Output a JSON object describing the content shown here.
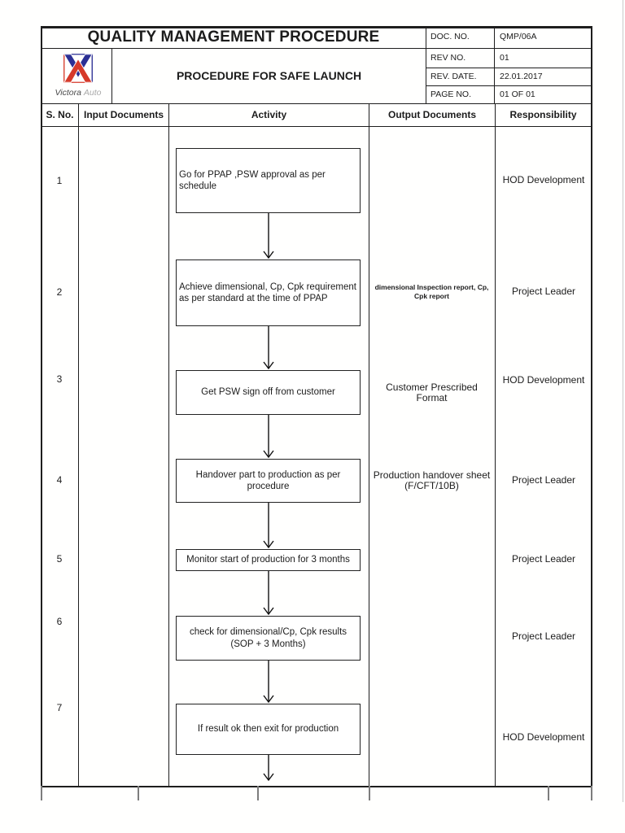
{
  "page": {
    "title": "QUALITY MANAGEMENT PROCEDURE",
    "subtitle": "PROCEDURE FOR SAFE LAUNCH",
    "logo": {
      "brand_primary": "Victora",
      "brand_secondary": "Auto"
    },
    "meta": [
      {
        "label": "DOC. NO.",
        "value": "QMP/06A"
      },
      {
        "label": "REV NO.",
        "value": "01"
      },
      {
        "label": "REV. DATE.",
        "value": "22.01.2017"
      },
      {
        "label": "PAGE NO.",
        "value": "01 OF 01"
      }
    ]
  },
  "table": {
    "columns": [
      "S. No.",
      "Input Documents",
      "Activity",
      "Output Documents",
      "Responsibility"
    ],
    "rows": [
      {
        "sno": "1",
        "input": "",
        "activity": "Go for PPAP ,PSW approval as per schedule",
        "output": "",
        "responsibility": "HOD Development"
      },
      {
        "sno": "2",
        "input": "",
        "activity": "Achieve dimensional, Cp, Cpk requirement as per standard at the time of PPAP",
        "output": "dimensional Inspection report, Cp, Cpk report",
        "responsibility": "Project Leader"
      },
      {
        "sno": "3",
        "input": "",
        "activity": "Get PSW sign off from customer",
        "output": "Customer Prescribed Format",
        "responsibility": "HOD Development"
      },
      {
        "sno": "4",
        "input": "",
        "activity": "Handover part to production as per procedure",
        "output": "Production handover sheet (F/CFT/10B)",
        "responsibility": "Project Leader"
      },
      {
        "sno": "5",
        "input": "",
        "activity": "Monitor start of production for 3 months",
        "output": "",
        "responsibility": "Project Leader"
      },
      {
        "sno": "6",
        "input": "",
        "activity": "check for dimensional/Cp, Cpk results (SOP + 3 Months)",
        "output": "",
        "responsibility": "Project Leader"
      },
      {
        "sno": "7",
        "input": "",
        "activity": "If result ok then exit for production",
        "output": "",
        "responsibility": "HOD Development"
      }
    ]
  },
  "colors": {
    "logo_blue": "#2b2f94",
    "logo_red": "#d63a2a",
    "line": "#1e1e1e"
  }
}
